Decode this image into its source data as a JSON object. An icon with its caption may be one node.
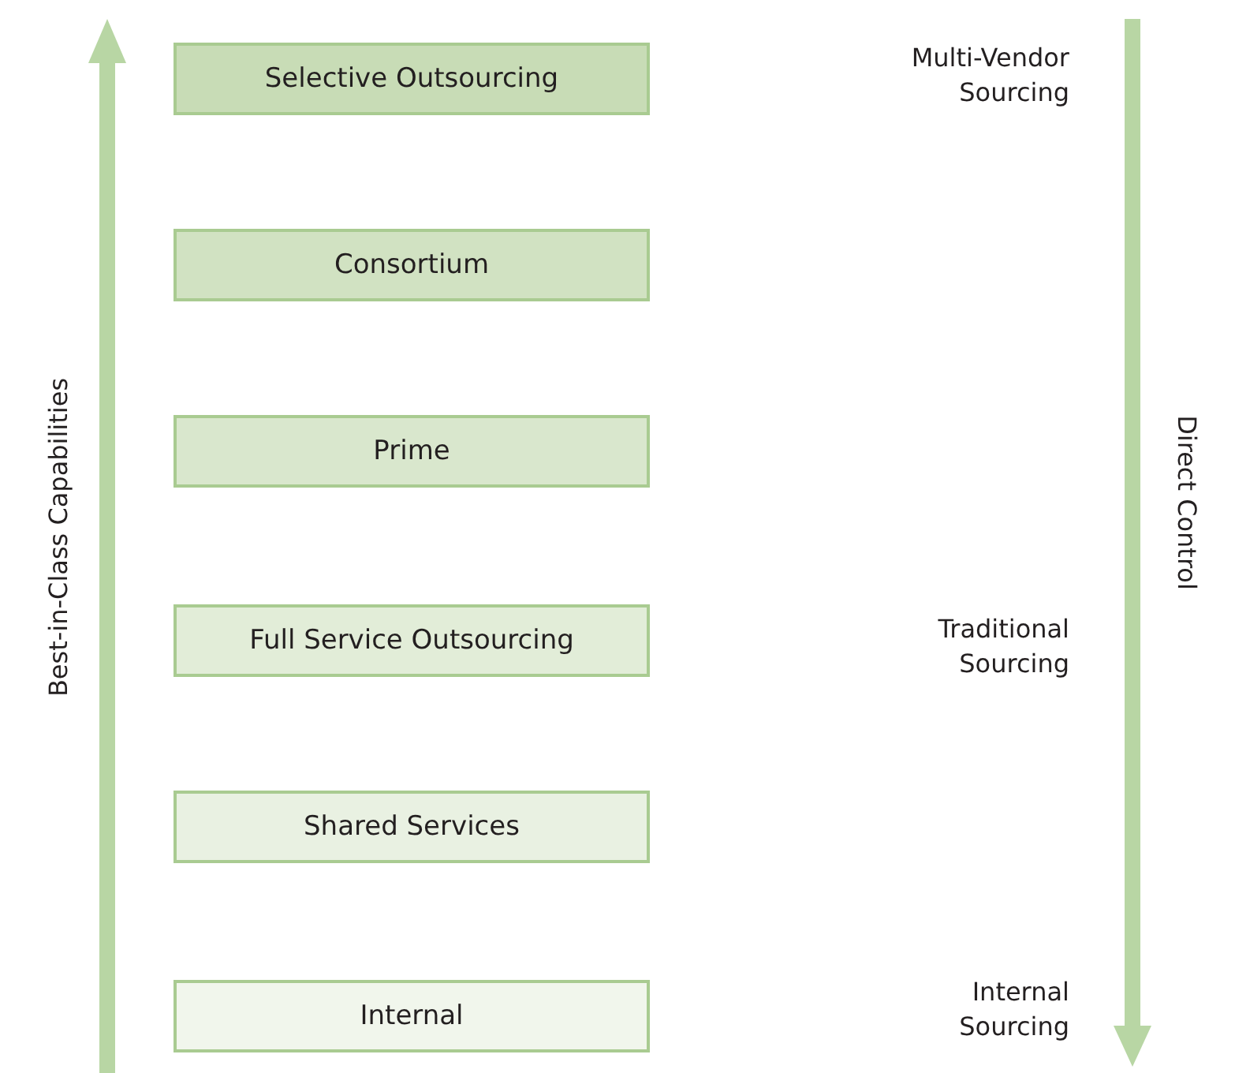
{
  "diagram": {
    "nodes": [
      {
        "text": [
          "Selective Outsourcing"
        ]
      },
      {
        "text": [
          "Consortium"
        ]
      },
      {
        "text": [
          "Prime"
        ]
      },
      {
        "text": [
          "Full Service Outsourcing"
        ]
      },
      {
        "text": [
          "Shared Services"
        ]
      },
      {
        "text": [
          "Internal"
        ]
      }
    ],
    "labels": [
      "Best-in-Class Capabilities",
      "Multi-Vendor Sourcing",
      "Direct Control",
      "Traditional Sourcing",
      "Internal Sourcing"
    ]
  }
}
